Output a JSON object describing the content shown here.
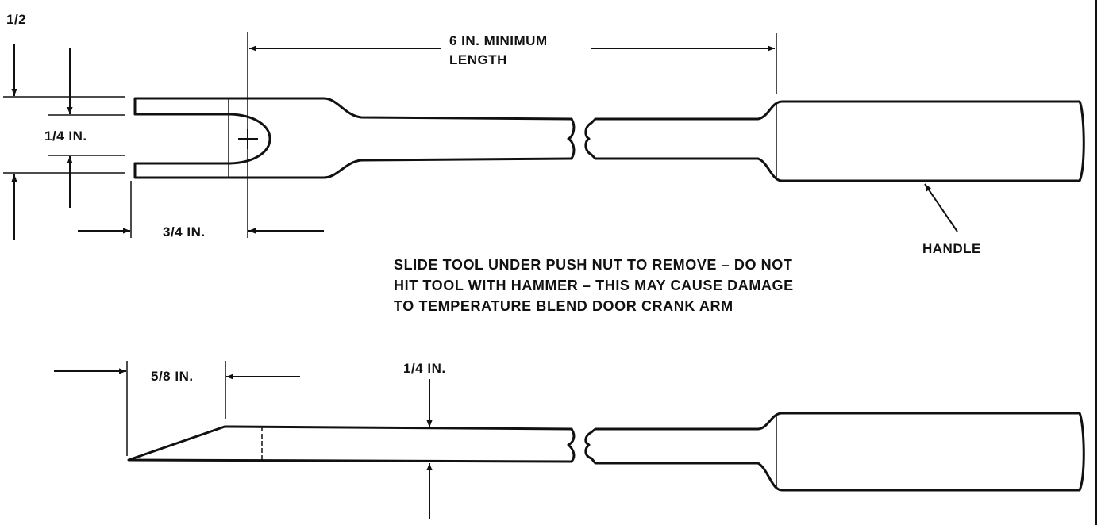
{
  "labels": {
    "half": "1/2",
    "quarter_top": "1/4 IN.",
    "three_quarter": "3/4 IN.",
    "min_length_1": "6 IN. MINIMUM",
    "min_length_2": "LENGTH",
    "handle": "HANDLE",
    "five_eighths": "5/8 IN.",
    "quarter_bottom": "1/4 IN."
  },
  "note": {
    "line1": "SLIDE TOOL UNDER PUSH NUT TO REMOVE – DO NOT",
    "line2": "HIT TOOL WITH HAMMER – THIS MAY CAUSE DAMAGE",
    "line3": "TO TEMPERATURE BLEND DOOR CRANK ARM"
  },
  "colors": {
    "ink": "#111111",
    "paper": "#ffffff"
  }
}
